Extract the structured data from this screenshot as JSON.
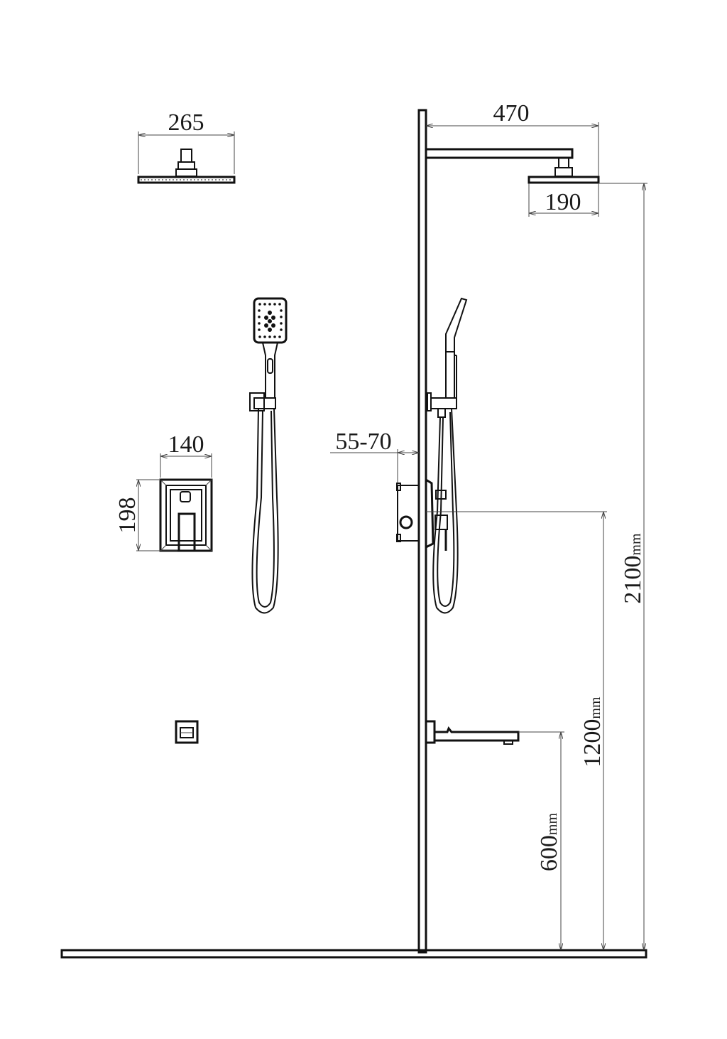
{
  "dimensions": {
    "rain_head_width": "265",
    "arm_length": "470",
    "head_side_width": "190",
    "trim_width": "140",
    "trim_height": "198",
    "wall_depth": "55-70",
    "head_height": {
      "value": "2100",
      "unit": "mm"
    },
    "valve_height": {
      "value": "1200",
      "unit": "mm"
    },
    "spout_height": {
      "value": "600",
      "unit": "mm"
    }
  },
  "colors": {
    "line": "#111111",
    "background": "#ffffff"
  }
}
